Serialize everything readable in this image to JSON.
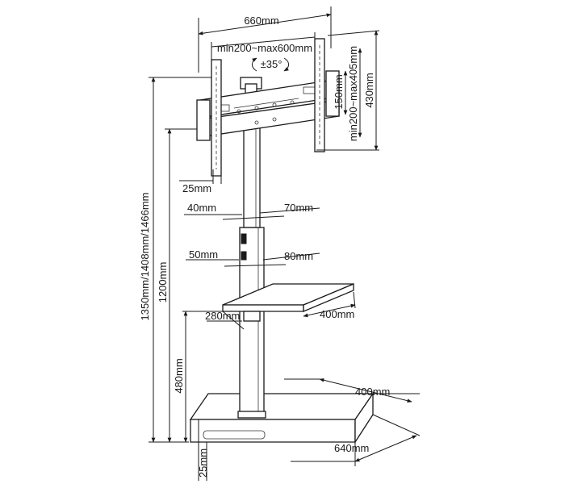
{
  "dimensions": {
    "mount_width": "660mm",
    "vesa_width_range": "min200~max600mm",
    "tilt": "±35°",
    "mount_height": "430mm",
    "vesa_height_range": "min200~max405mm",
    "bracket_offset": "150mm",
    "arm_width": "25mm",
    "pole_upper_depth": "40mm",
    "pole_upper_width": "70mm",
    "pole_lower_depth": "50mm",
    "pole_lower_width": "80mm",
    "total_height": "1350mm/1408mm/1466mm",
    "pole_height": "1200mm",
    "shelf_depth": "280mm",
    "shelf_width": "400mm",
    "shelf_height": "480mm",
    "base_depth": "400mm",
    "base_width": "640mm",
    "base_thickness": "25mm"
  }
}
